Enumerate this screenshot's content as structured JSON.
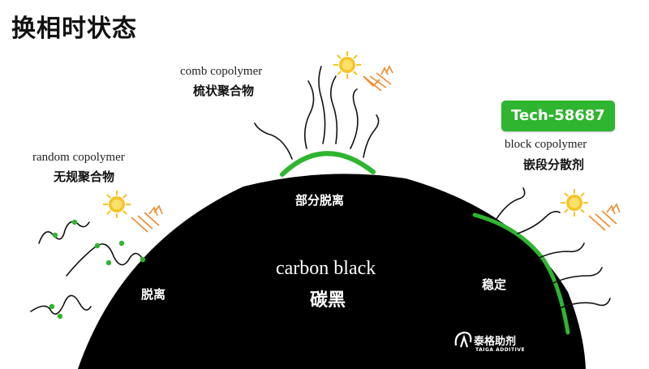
{
  "title": "换相时状态",
  "badge": {
    "label": "Tech-58687",
    "color": "#2fb52f"
  },
  "labels": {
    "comb": {
      "en": "comb copolymer",
      "cn": "梳状聚合物"
    },
    "random": {
      "en": "random copolymer",
      "cn": "无规聚合物"
    },
    "block": {
      "en": "block copolymer",
      "cn": "嵌段分散剂"
    },
    "partial_desorption": "部分脱离",
    "desorption": "脱离",
    "stable": "稳定",
    "carbon_black": {
      "en": "carbon black",
      "cn": "碳黑"
    }
  },
  "logo": {
    "cn": "泰格助剂",
    "en": "TAIGA ADDITIVE"
  },
  "colors": {
    "carbon": "#000000",
    "anchor": "#2fb52f",
    "sun_outer": "#f6c426",
    "sun_inner": "#fbe06a",
    "arrows": "#f08a2c"
  },
  "icons": [
    "sun-icon",
    "radiation-arrows-icon",
    "taiga-logo-icon"
  ]
}
